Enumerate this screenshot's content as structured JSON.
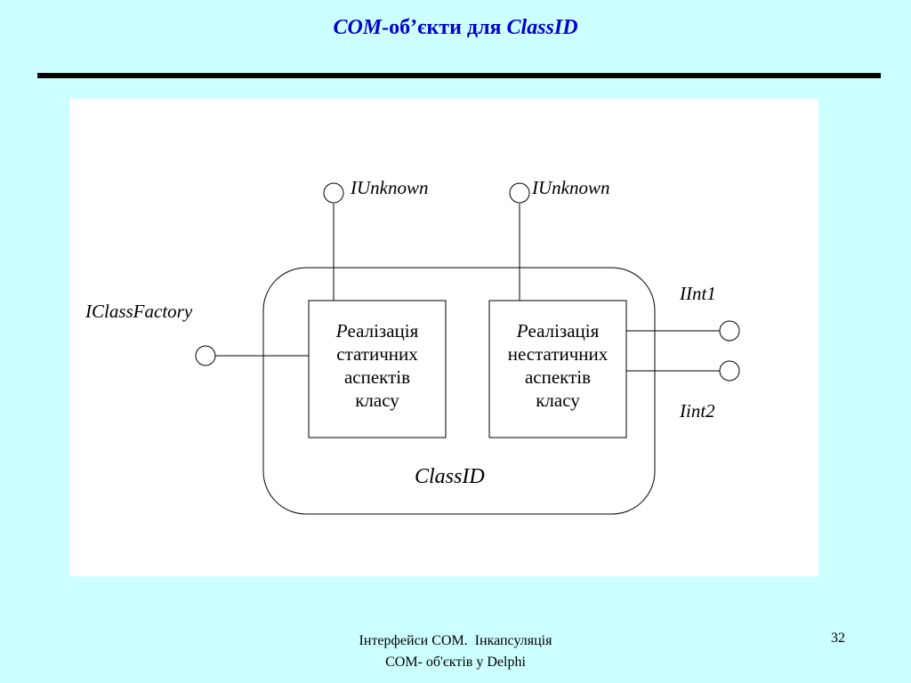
{
  "slide": {
    "title_prefix": "COM",
    "title_middle": "-об’єкти для ",
    "title_suffix": "ClassID",
    "footer_line1": "Інтерфейси COM.  Інкапсуляція",
    "footer_line2": "COM- об'єктів у Delphi",
    "page_number": "32"
  },
  "diagram": {
    "interfaces": {
      "iunknown_static": "IUnknown",
      "iunknown_nonstatic": "IUnknown",
      "iclassfactory": "IClassFactory",
      "iint1": "IInt1",
      "iint2": "Iint2"
    },
    "boxes": {
      "static": {
        "first_letter": "Р",
        "line1_rest": "еалізація",
        "line2": "статичних",
        "line3": "аспектів",
        "line4": "класу"
      },
      "nonstatic": {
        "first_letter": "Р",
        "line1_rest": "еалізація",
        "line2": "нестатичних",
        "line3": "аспектів",
        "line4": "класу"
      }
    },
    "container_label": "ClassID"
  }
}
